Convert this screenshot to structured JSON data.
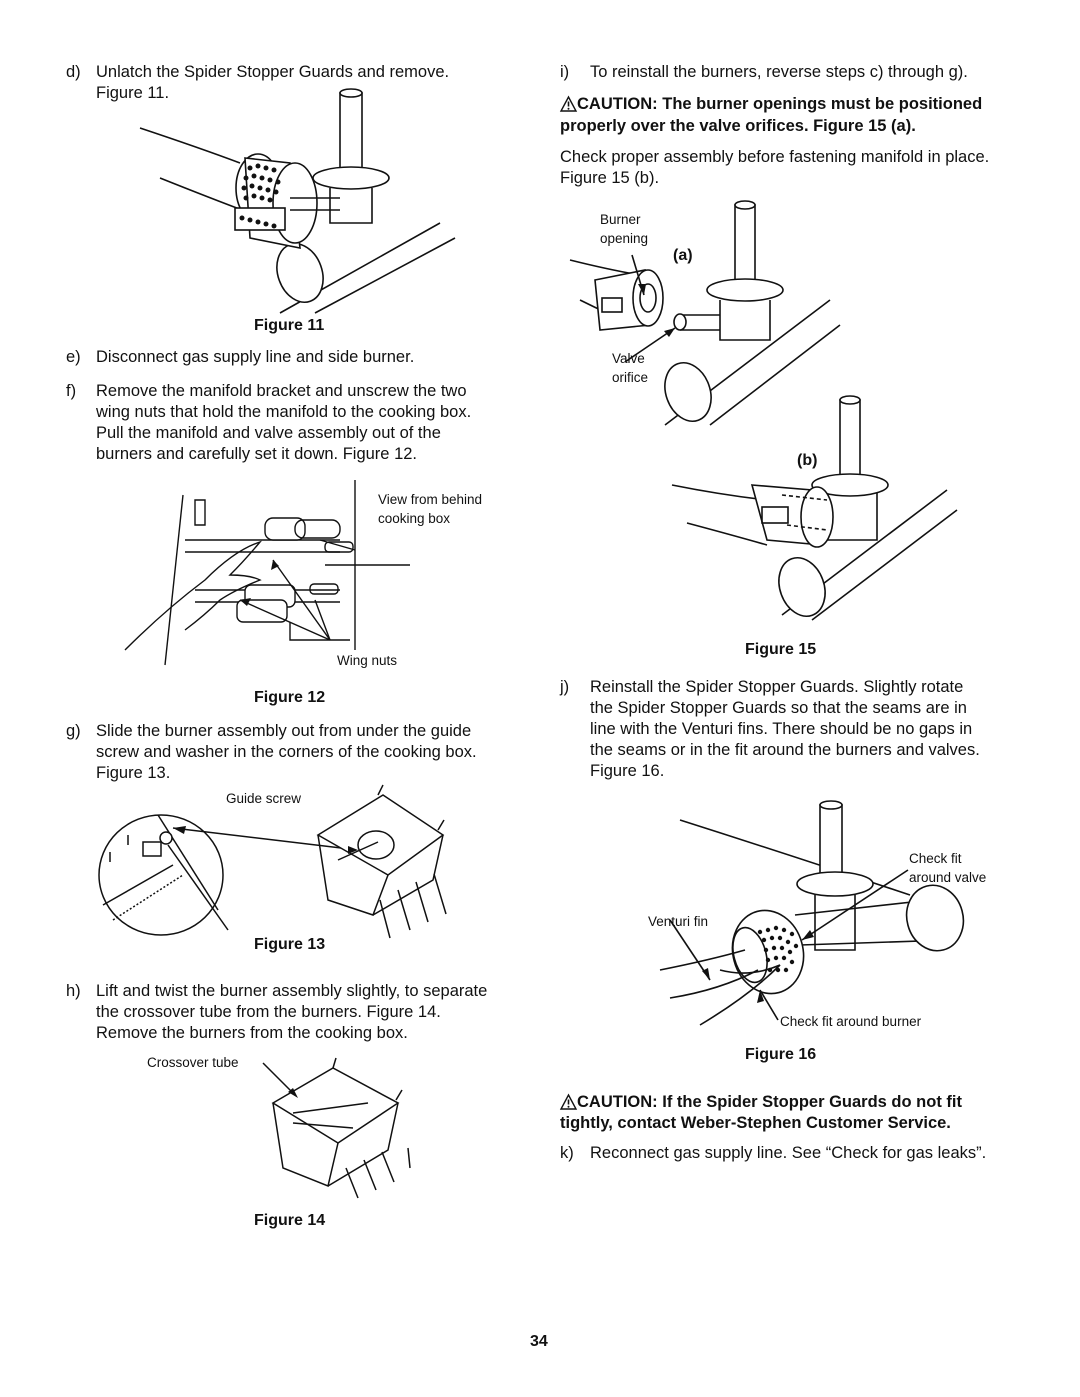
{
  "steps": {
    "d": {
      "label": "d)",
      "line1": "Unlatch the Spider Stopper Guards and remove.",
      "line2": "Figure 11."
    },
    "e": {
      "label": "e)",
      "text": "Disconnect gas supply line and side burner."
    },
    "f": {
      "label": "f)",
      "lines": [
        "Remove the manifold bracket and unscrew the two",
        "wing nuts that hold the manifold to the cooking box.",
        "Pull the manifold and valve assembly out of the",
        "burners and carefully set it down. Figure 12."
      ]
    },
    "g": {
      "label": "g)",
      "lines": [
        "Slide the burner assembly out from under the guide",
        "screw and washer in the corners of the cooking box.",
        "Figure 13."
      ]
    },
    "h": {
      "label": "h)",
      "lines": [
        "Lift and twist the burner assembly slightly, to separate",
        "the crossover tube from the burners. Figure 14.",
        "Remove the burners from the cooking box."
      ]
    },
    "i": {
      "label": "i)",
      "text": "To reinstall the burners, reverse steps c) through g)."
    },
    "j": {
      "label": "j)",
      "lines": [
        "Reinstall the Spider Stopper Guards. Slightly rotate",
        "the Spider Stopper Guards so that the seams are in",
        "line with the Venturi fins. There should be no gaps in",
        "the seams or in the fit around the burners and valves.",
        "Figure 16."
      ]
    },
    "k": {
      "label": "k)",
      "text": "Reconnect gas supply line. See “Check for gas leaks”."
    }
  },
  "caution1": {
    "line1": "CAUTION: The burner openings must be positioned",
    "line2": "properly over the valve orifices. Figure 15 (a)."
  },
  "check_text": {
    "line1": "Check proper assembly before fastening manifold in place.",
    "line2": "Figure 15 (b)."
  },
  "caution2": {
    "line1": "CAUTION: If the Spider Stopper Guards do not fit",
    "line2": "tightly, contact Weber-Stephen Customer Service."
  },
  "figures": {
    "f11": "Figure 11",
    "f12": "Figure 12",
    "f13": "Figure 13",
    "f14": "Figure 14",
    "f15": "Figure 15",
    "f16": "Figure 16"
  },
  "callouts": {
    "view_behind_1": "View from behind",
    "view_behind_2": "cooking box",
    "wing_nuts": "Wing nuts",
    "guide_screw": "Guide screw",
    "crossover_tube": "Crossover tube",
    "burner_opening_1": "Burner",
    "burner_opening_2": "opening",
    "label_a": "(a)",
    "valve_orifice_1": "Valve",
    "valve_orifice_2": "orifice",
    "label_b": "(b)",
    "check_fit_valve_1": "Check fit",
    "check_fit_valve_2": "around valve",
    "venturi_fin": "Venturi fin",
    "check_fit_burner": "Check fit around burner"
  },
  "page_number": "34"
}
